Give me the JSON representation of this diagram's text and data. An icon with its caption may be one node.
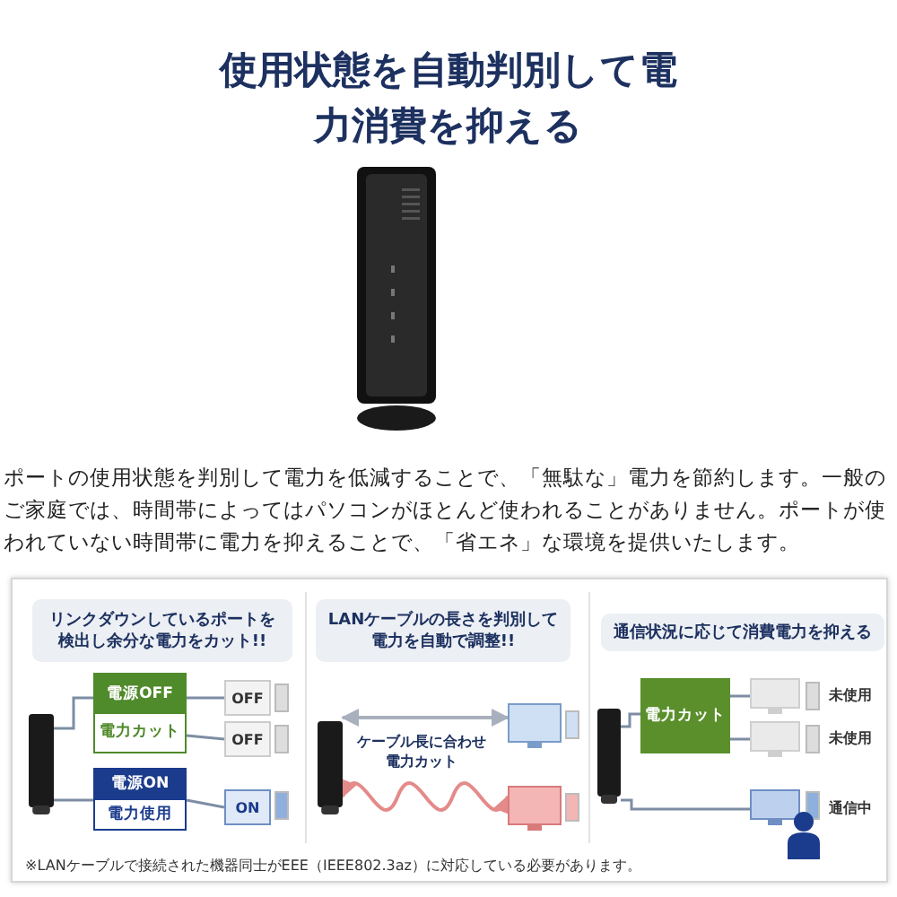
{
  "diagram": {
    "title": "使用状態を自動判別して電力消費を抑える",
    "nodes": [
      {
        "text": [
          "リンクダウンしているポートを検出し余分な電力をカット!!"
        ]
      },
      {
        "text": [],
        "shape": "box"
      },
      {
        "text": [
          "電源OFF",
          "電力カット"
        ]
      },
      {
        "text": [
          "電源ON",
          "電力使用"
        ]
      },
      {
        "text": [
          "OFF"
        ]
      },
      {
        "text": [
          "OFF"
        ]
      },
      {
        "text": [
          "ON"
        ]
      },
      {
        "text": [
          "LANケーブルの長さを判別して電力を自動で調整!!"
        ]
      },
      {
        "text": [],
        "shape": "box"
      },
      {
        "text": [],
        "shape": "box"
      },
      {
        "text": [],
        "shape": "box"
      },
      {
        "text": [
          "通信状況に応じて消費電力を抑える"
        ]
      },
      {
        "text": [],
        "shape": "box"
      },
      {
        "text": [
          "電力カット"
        ]
      },
      {
        "text": [],
        "shape": "box",
        "beside": [
          "未使用"
        ]
      },
      {
        "text": [],
        "shape": "box",
        "beside": [
          "未使用"
        ]
      },
      {
        "text": [],
        "shape": "box",
        "beside": [
          "通信中"
        ]
      }
    ],
    "edges": [
      {
        "from": 1,
        "to": 2,
        "arrow": "none"
      },
      {
        "from": 2,
        "to": 4,
        "arrow": "none"
      },
      {
        "from": 2,
        "to": 5,
        "arrow": "none"
      },
      {
        "from": 1,
        "to": 3,
        "arrow": "none"
      },
      {
        "from": 3,
        "to": 6,
        "arrow": "none"
      },
      {
        "from": 8,
        "to": 9,
        "arrow": "both"
      },
      {
        "from": 8,
        "to": 10,
        "arrow": "both",
        "color": "#e58a8a"
      },
      {
        "from": 12,
        "to": 13,
        "arrow": "none"
      },
      {
        "from": 13,
        "to": 14,
        "arrow": "none"
      },
      {
        "from": 13,
        "to": 15,
        "arrow": "none"
      },
      {
        "from": 12,
        "to": 16,
        "arrow": "none"
      }
    ],
    "labels": [
      "ポートの使用状態を判別して電力を低減することで、「無駄な」電力を節約します。一般のご家庭では、時間帯によってはパソコンがほとんど使われることがありません。ポートが使われていない時間帯に電力を抑えることで、「省エネ」な環境を提供いたします。",
      "ケーブル長に合わせ電力カット",
      "※LANケーブルで接続された機器同士がEEE（IEEE802.3az）に対応している必要があります。"
    ]
  }
}
